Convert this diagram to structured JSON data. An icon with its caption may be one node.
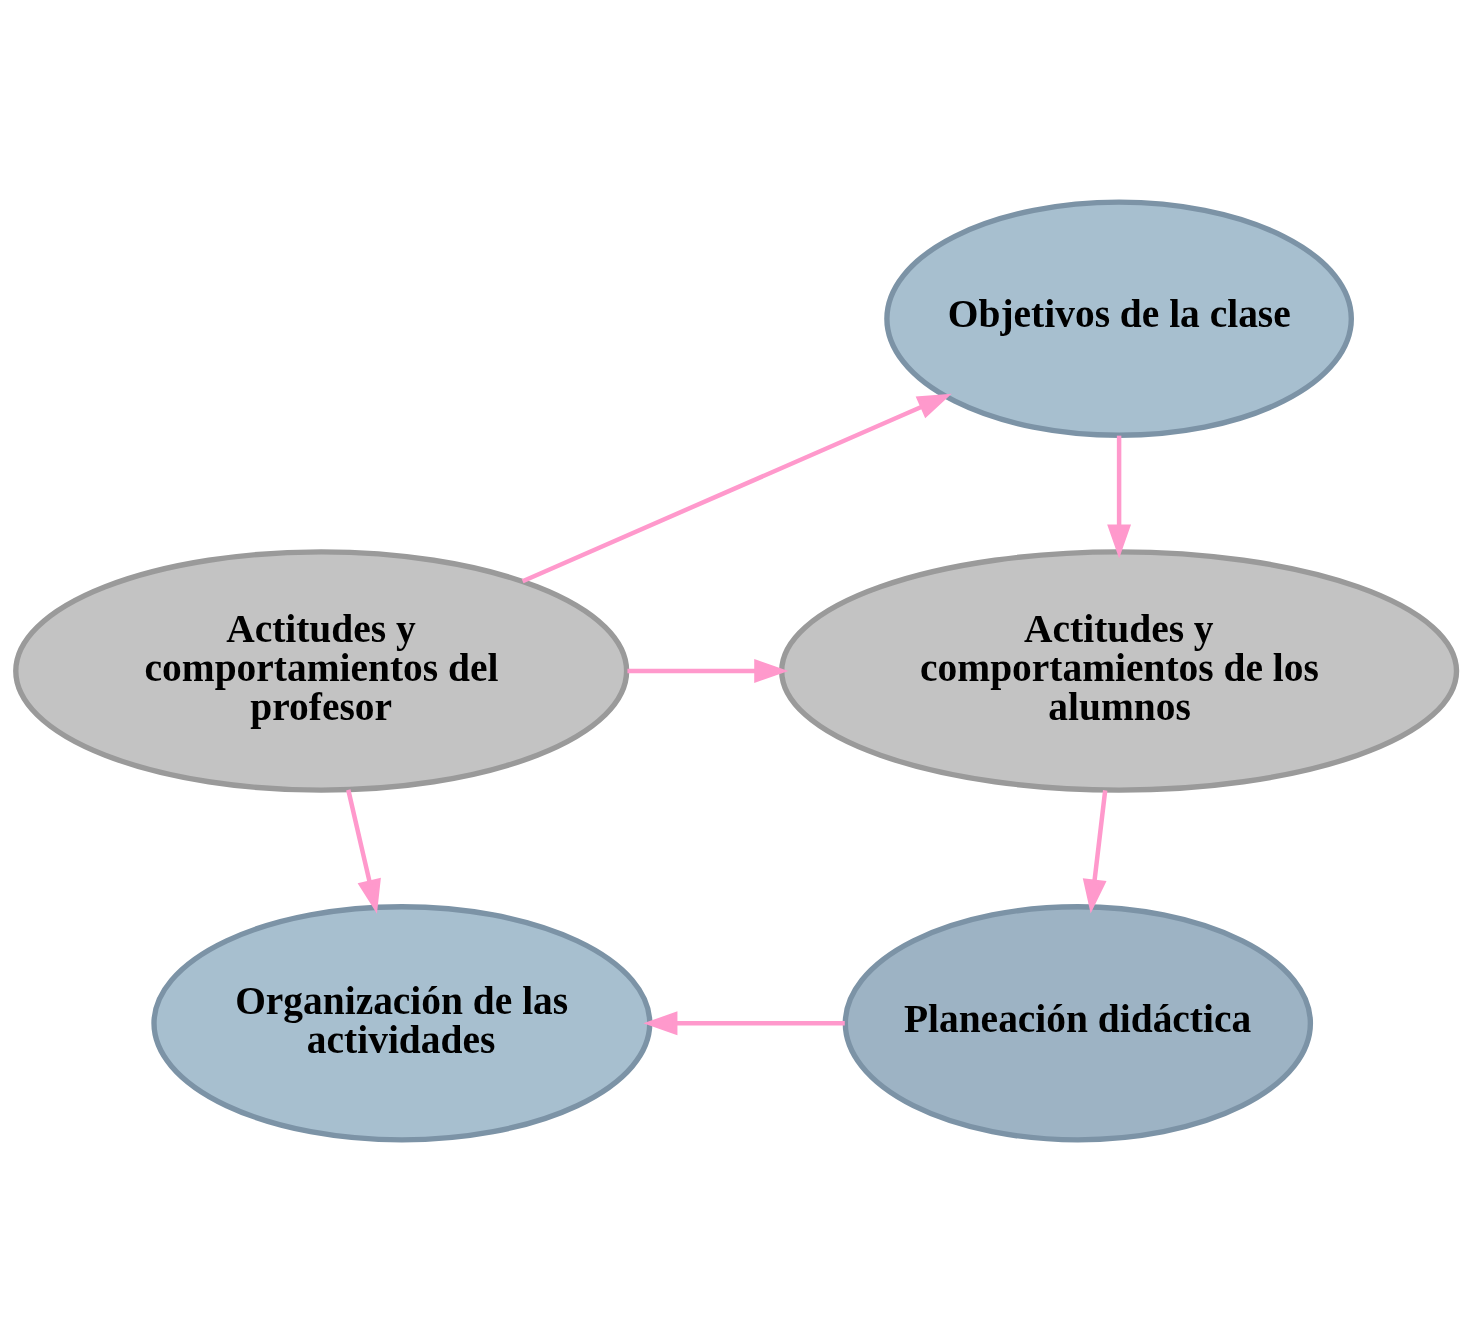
{
  "diagram": {
    "nodes": [
      {
        "text": [
          "Objetivos de la clase"
        ]
      },
      {
        "text": [
          "Actitudes y comportamientos del profesor"
        ]
      },
      {
        "text": [
          "Actitudes y comportamientos de los alumnos"
        ]
      },
      {
        "text": [
          "Organización de las actividades"
        ]
      },
      {
        "text": [
          "Planeación didáctica"
        ]
      }
    ],
    "edges": [
      {
        "from": 0,
        "to": 2,
        "arrow": "to"
      },
      {
        "from": 2,
        "to": 4,
        "arrow": "to"
      },
      {
        "from": 4,
        "to": 3,
        "arrow": "to"
      },
      {
        "from": 1,
        "to": 3,
        "arrow": "to"
      },
      {
        "from": 1,
        "to": 0,
        "arrow": "to"
      },
      {
        "from": 1,
        "to": 2,
        "arrow": "to"
      }
    ]
  }
}
